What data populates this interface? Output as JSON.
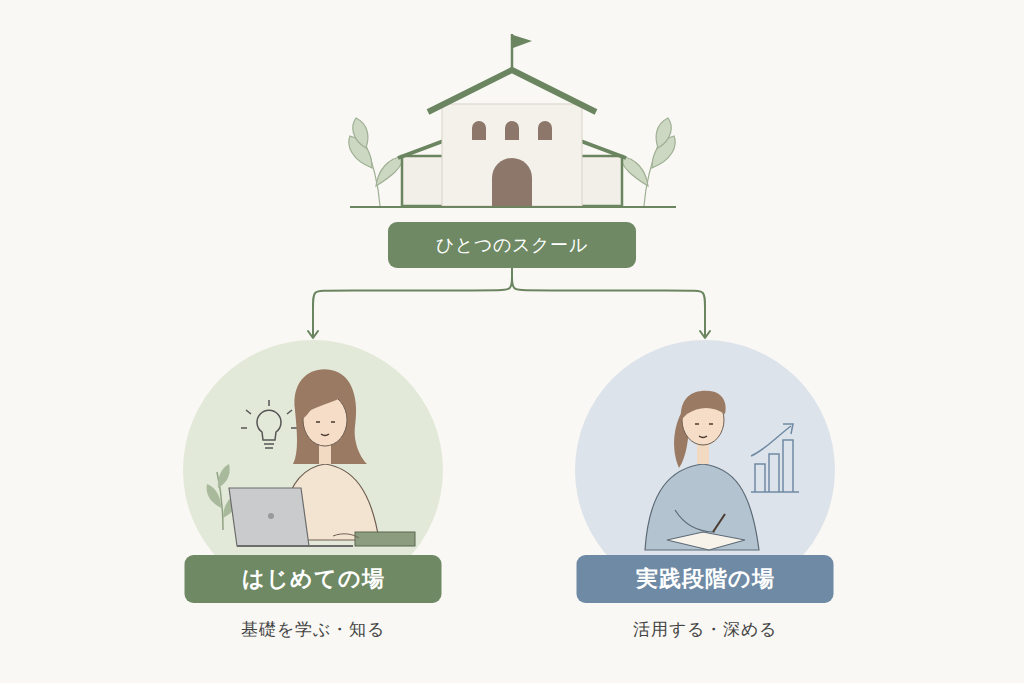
{
  "diagram": {
    "nodes": [
      {
        "text": [
          "ひとつのスクール"
        ]
      },
      {
        "text": [
          "はじめての場",
          "基礎を学ぶ・知る"
        ]
      },
      {
        "text": [
          "実践段階の場",
          "活用する・深める"
        ]
      }
    ],
    "edges": [
      {
        "from": 0,
        "to": 1,
        "arrow": "to"
      },
      {
        "from": 0,
        "to": 2,
        "arrow": "to"
      }
    ]
  }
}
